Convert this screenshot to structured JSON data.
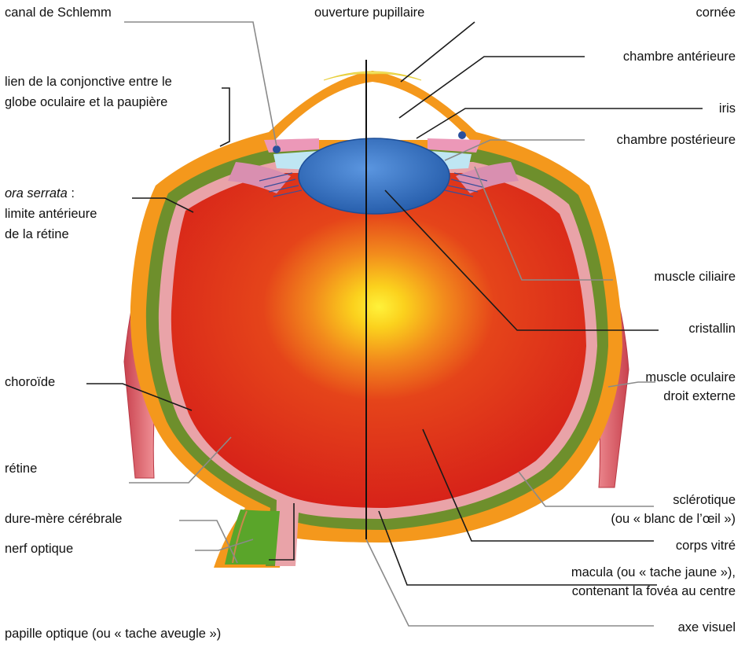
{
  "labels": {
    "schlemm": "canal de Schlemm",
    "pupil": "ouverture pupillaire",
    "cornea": "cornée",
    "anterior_chamber": "chambre antérieure",
    "conjunctiva_1": "lien de la conjonctive entre le",
    "conjunctiva_2": "globe oculaire et la paupière",
    "iris": "iris",
    "posterior_chamber": "chambre postérieure",
    "ora_serrata_term": "ora serrata",
    "ora_serrata_colon": " :",
    "ora_serrata_2": "limite antérieure",
    "ora_serrata_3": "de la rétine",
    "ciliary_muscle": "muscle ciliaire",
    "lens": "cristallin",
    "choroid": "choroïde",
    "rectus_1": "muscle oculaire",
    "rectus_2": "droit externe",
    "retina": "rétine",
    "sclera_1": "sclérotique",
    "sclera_2": "(ou « blanc de l’œil »)",
    "dura": "dure-mère cérébrale",
    "vitreous": "corps vitré",
    "optic_nerve": "nerf optique",
    "macula_1": "macula (ou « tache jaune »),",
    "macula_2": "contenant la fovéa au centre",
    "optic_disc": "papille optique (ou « tache aveugle »)",
    "visual_axis": "axe visuel"
  },
  "colors": {
    "sclera": "#f4981c",
    "choroid": "#6e8f2c",
    "retina": "#e9a3a8",
    "vitreous": "#d8231b",
    "macula": "#fde11c",
    "lens": "#2f6fc2",
    "optic_nerve": "#5aa52a",
    "muscle": "#d9606a",
    "cornea": "#f3e66a"
  }
}
